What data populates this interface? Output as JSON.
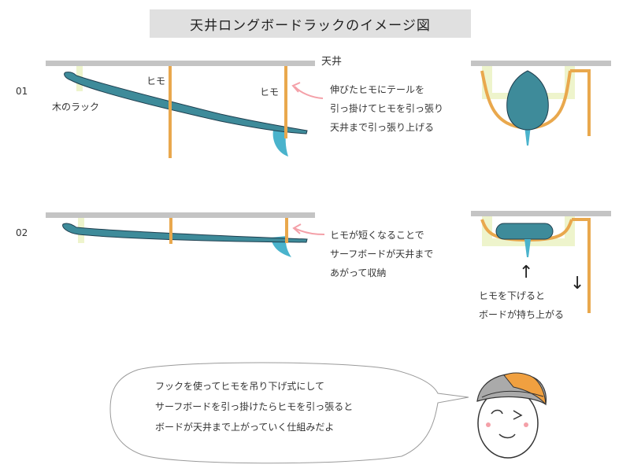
{
  "title": "天井ロングボードラックのイメージ図",
  "labels": {
    "ceiling": "天井",
    "rope": "ヒモ",
    "wood_rack": "木のラック"
  },
  "steps": [
    {
      "number": "01",
      "note_lines": [
        "伸びたヒモにテールを",
        "引っ掛けてヒモを引っ張り",
        "天井まで引っ張り上げる"
      ]
    },
    {
      "number": "02",
      "note_lines": [
        "ヒモが短くなることで",
        "サーフボードが天井まで",
        "あがって収納"
      ]
    }
  ],
  "side_view_step2": {
    "up_arrow": "↑",
    "down_arrow": "↓",
    "caption_lines": [
      "ヒモを下げると",
      "ボードが持ち上がる"
    ]
  },
  "speech": {
    "lines": [
      "フックを使ってヒモを吊り下げ式にして",
      "サーフボードを引っ掛けたらヒモを引っ張ると",
      "ボードが天井まで上がっていく仕組みだよ"
    ]
  },
  "colors": {
    "ceiling": "#c4c4c4",
    "board": "#3e8b9a",
    "board_outline": "#1f3f4f",
    "fin": "#4ab3cc",
    "rope": "#e9a84d",
    "rack": "#eef4cc",
    "pointer_arrow": "#f4a0a8",
    "cap_gray": "#aaaaaa",
    "cap_orange": "#f0a040"
  },
  "icons": [
    "pink-curved-arrow-icon",
    "up-arrow-icon",
    "down-arrow-icon",
    "character-face-icon"
  ]
}
